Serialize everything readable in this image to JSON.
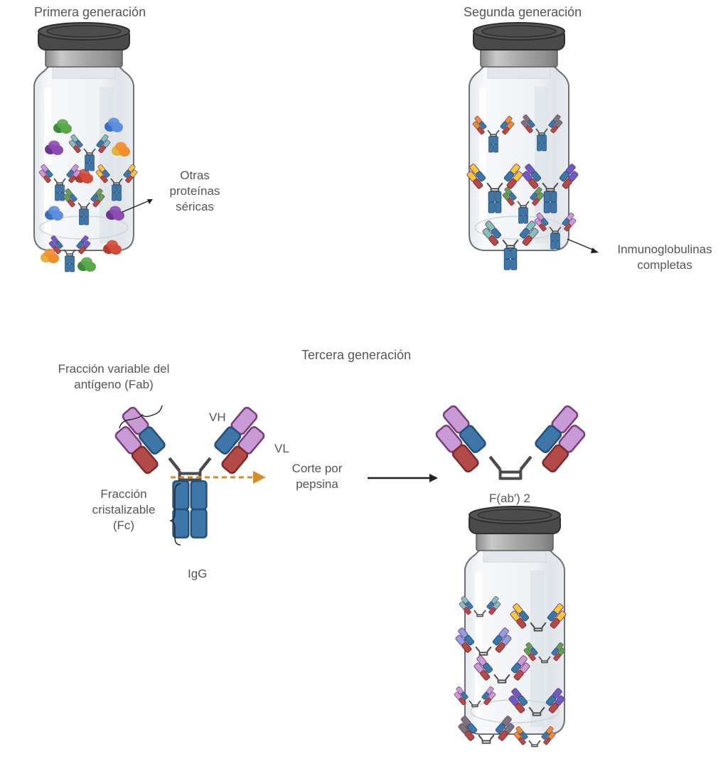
{
  "title": "Generaciones de antivenenos",
  "panels": {
    "first": {
      "title": "Primera generación",
      "callout": [
        "Otras",
        "proteínas",
        "séricas"
      ]
    },
    "second": {
      "title": "Segunda generación",
      "callout": [
        "Inmunoglobulinas",
        "completas"
      ]
    },
    "third": {
      "title": "Tercera generación",
      "fab_label": [
        "Fracción variable del",
        "antígeno (Fab)"
      ],
      "vh_label": "VH",
      "vl_label": "VL",
      "fc_label": [
        "Fracción",
        "cristalizable",
        "(Fc)"
      ],
      "igg_label": "IgG",
      "cut_label": [
        "Corte por",
        "pepsina"
      ],
      "product_label": "F(ab′) 2"
    }
  },
  "colors": {
    "heavy_constant": "#3f76a8",
    "light_constant": "#b24a4a",
    "variable": "#b48cc8",
    "hinge": "#4a4a4a",
    "cut_arrow": "#d98b2b",
    "cap": "#4b4b4b",
    "collar": "#9a9a9a",
    "glass": "#eef1f4"
  },
  "vial_contents": {
    "first": {
      "proteins": [
        "green",
        "blue",
        "purple",
        "orange",
        "red",
        "blue",
        "purple",
        "orange",
        "red",
        "green"
      ],
      "antibodies": [
        "teal",
        "lilac",
        "yellow",
        "green",
        "indigo"
      ]
    },
    "second": {
      "antibodies": [
        "orange",
        "gray",
        "yellow",
        "indigo",
        "green",
        "teal",
        "lilac"
      ]
    },
    "third": {
      "fragments": [
        "teal",
        "yellow",
        "periwinkle",
        "green",
        "lilac",
        "lilac",
        "indigo",
        "gray",
        "orange"
      ]
    }
  }
}
